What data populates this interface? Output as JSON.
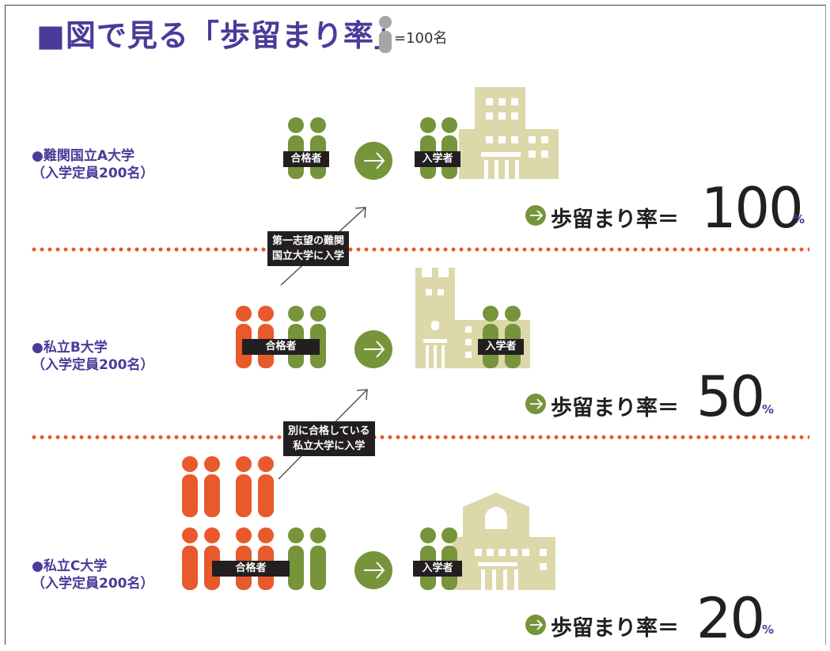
{
  "title": "■図で見る「歩留まり率」",
  "legend": {
    "text": "=100名",
    "icon": "person-icon-gray"
  },
  "colors": {
    "accent": "#4a3b9a",
    "orange": "#e8592b",
    "green": "#76943a",
    "building": "#ddd8aa",
    "dark": "#231f20",
    "gray": "#a6a6a6"
  },
  "labels": {
    "passers": "合格者",
    "enrolled": "入学者",
    "rate_label": "歩留まり率＝"
  },
  "sections": [
    {
      "university_line1": "●難関国立A大学",
      "university_line2": "（入学定員200名）",
      "rate": "100",
      "unit": "%"
    },
    {
      "university_line1": "●私立B大学",
      "university_line2": "（入学定員200名）",
      "rate": "50",
      "unit": "%"
    },
    {
      "university_line1": "●私立C大学",
      "university_line2": "（入学定員200名）",
      "rate": "20",
      "unit": "%"
    }
  ],
  "callouts": [
    {
      "line1": "第一志望の難関",
      "line2": "国立大学に入学"
    },
    {
      "line1": "別に合格している",
      "line2": "私立大学に入学"
    }
  ]
}
